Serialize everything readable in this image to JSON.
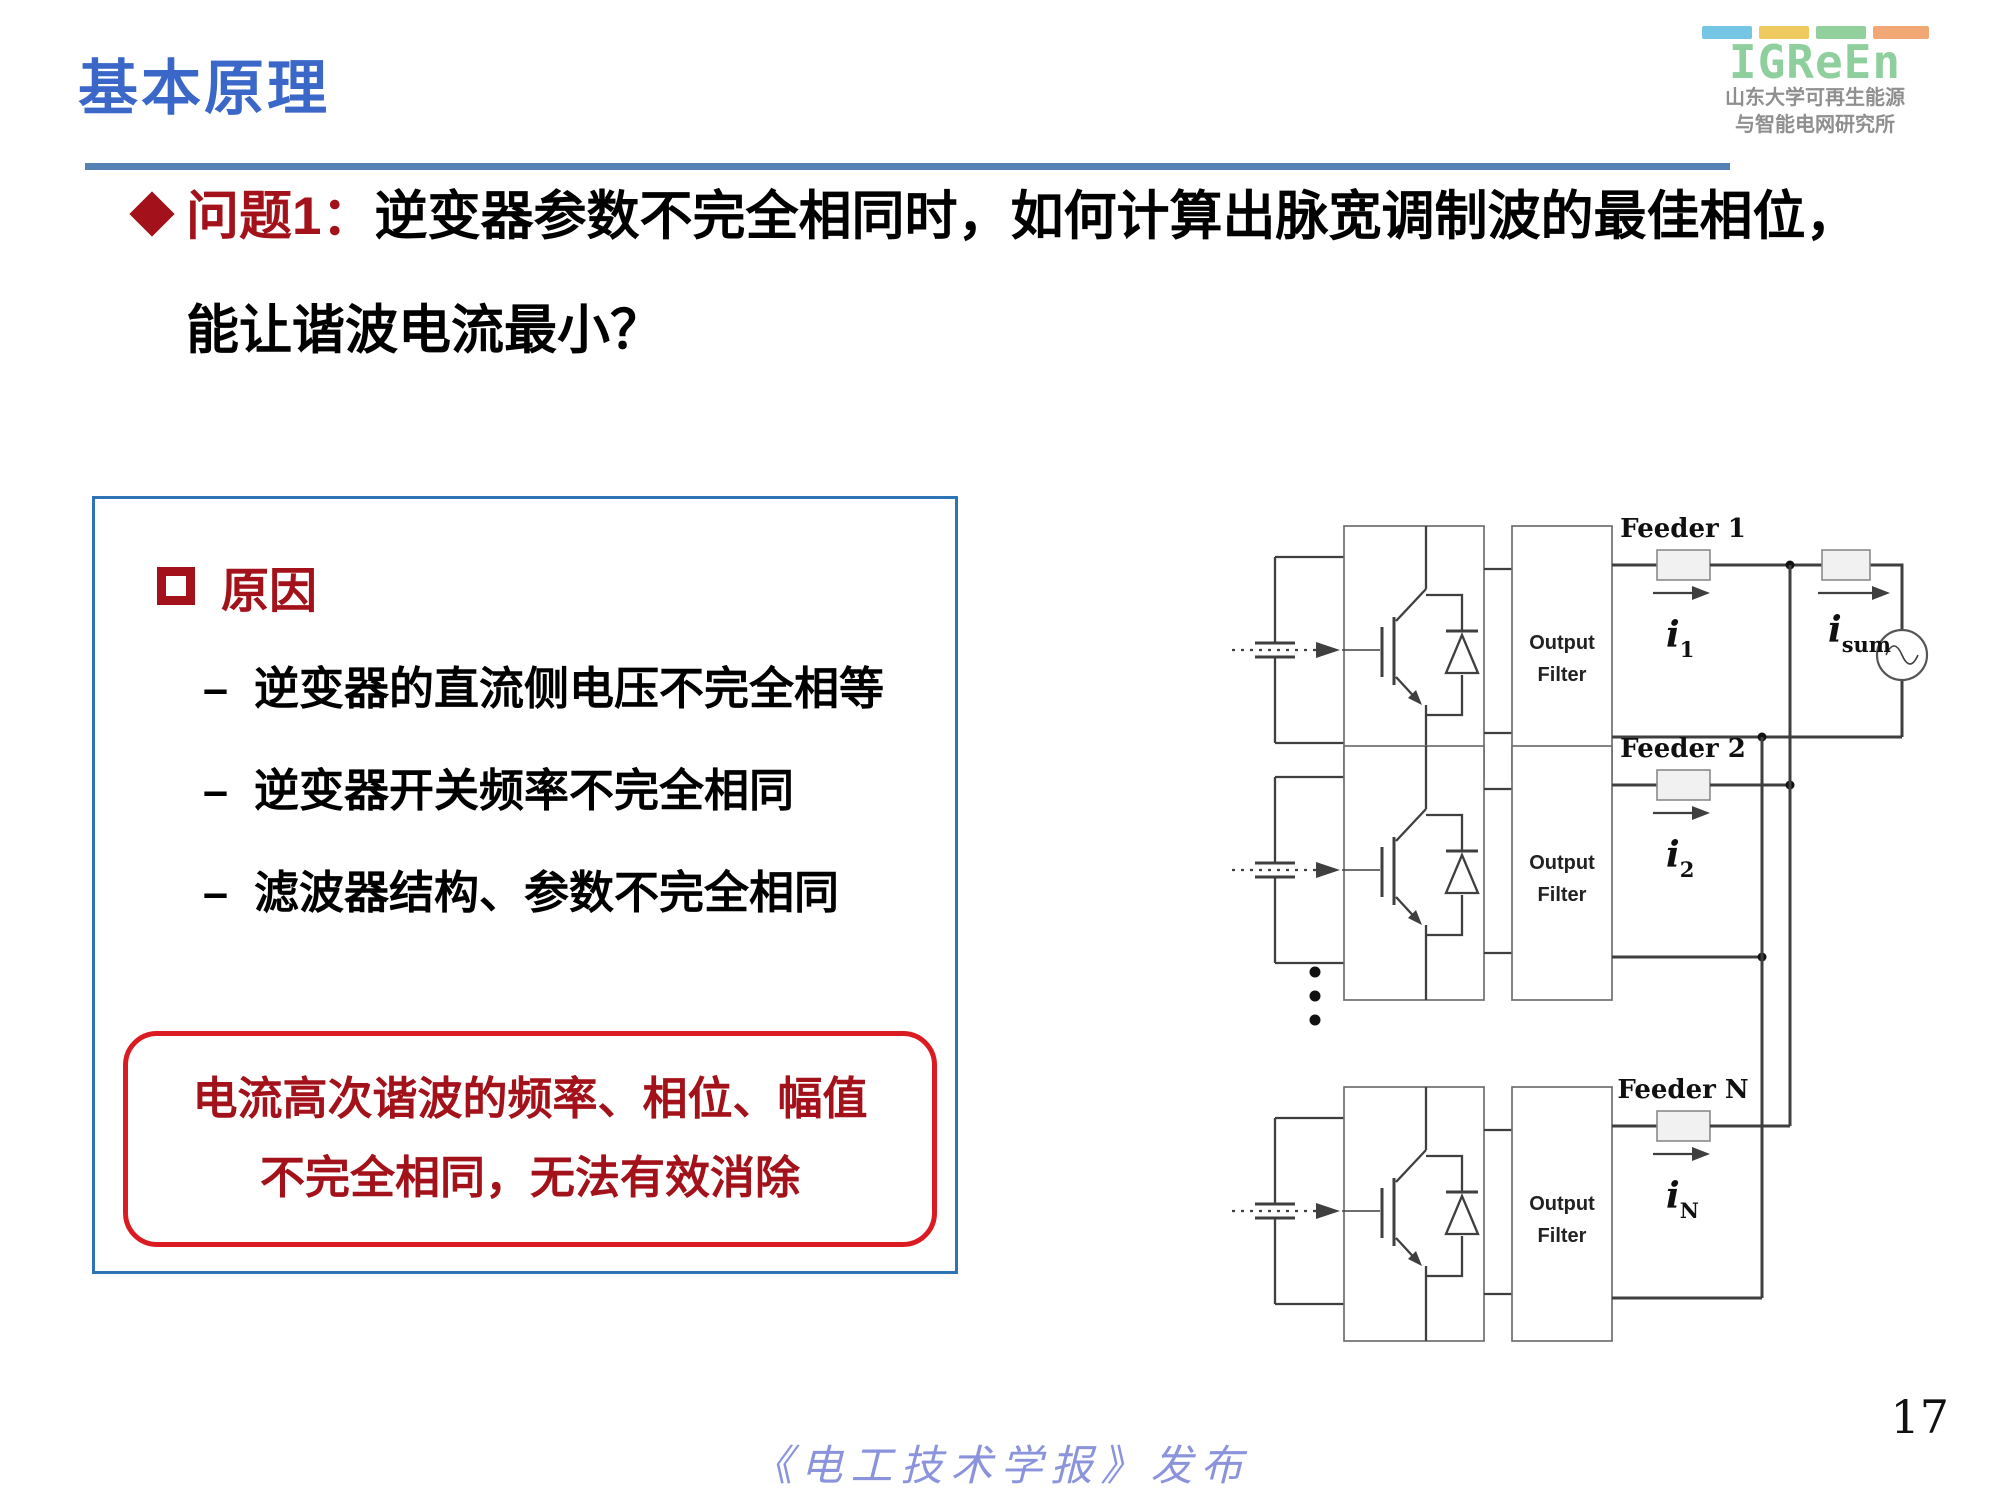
{
  "header": {
    "title": "基本原理",
    "logo": {
      "brand": "IGReEn",
      "line1": "山东大学可再生能源",
      "line2": "与智能电网研究所"
    }
  },
  "question": {
    "label": "问题1：",
    "line1": "逆变器参数不完全相同时，如何计算出脉宽调制波的最佳相位，",
    "line2": "能让谐波电流最小？"
  },
  "reason_box": {
    "heading": "原因",
    "dash": "–",
    "items": [
      "逆变器的直流侧电压不完全相等",
      "逆变器开关频率不完全相同",
      "滤波器结构、参数不完全相同"
    ],
    "conclusion_line1": "电流高次谐波的频率、相位、幅值",
    "conclusion_line2": "不完全相同，无法有效消除"
  },
  "diagram": {
    "filter_label_line1": "Output",
    "filter_label_line2": "Filter",
    "current_symbol": "i",
    "sum_sub": "sum",
    "rows": [
      {
        "feeder": "Feeder 1",
        "current_sub": "1"
      },
      {
        "feeder": "Feeder 2",
        "current_sub": "2"
      },
      {
        "feeder": "Feeder N",
        "current_sub": "N"
      }
    ]
  },
  "footer": {
    "source": "《电工技术学报》发布",
    "page": "17"
  },
  "colors": {
    "title_blue": "#3A67C8",
    "rule_blue": "#5581B4",
    "dark_red_text": "#A3121A",
    "callout_border_red": "#DB1B22",
    "panel_border_blue": "#2E74B5",
    "footer_periwinkle": "#8A93DB",
    "logo_green": "#8FCF9D"
  }
}
